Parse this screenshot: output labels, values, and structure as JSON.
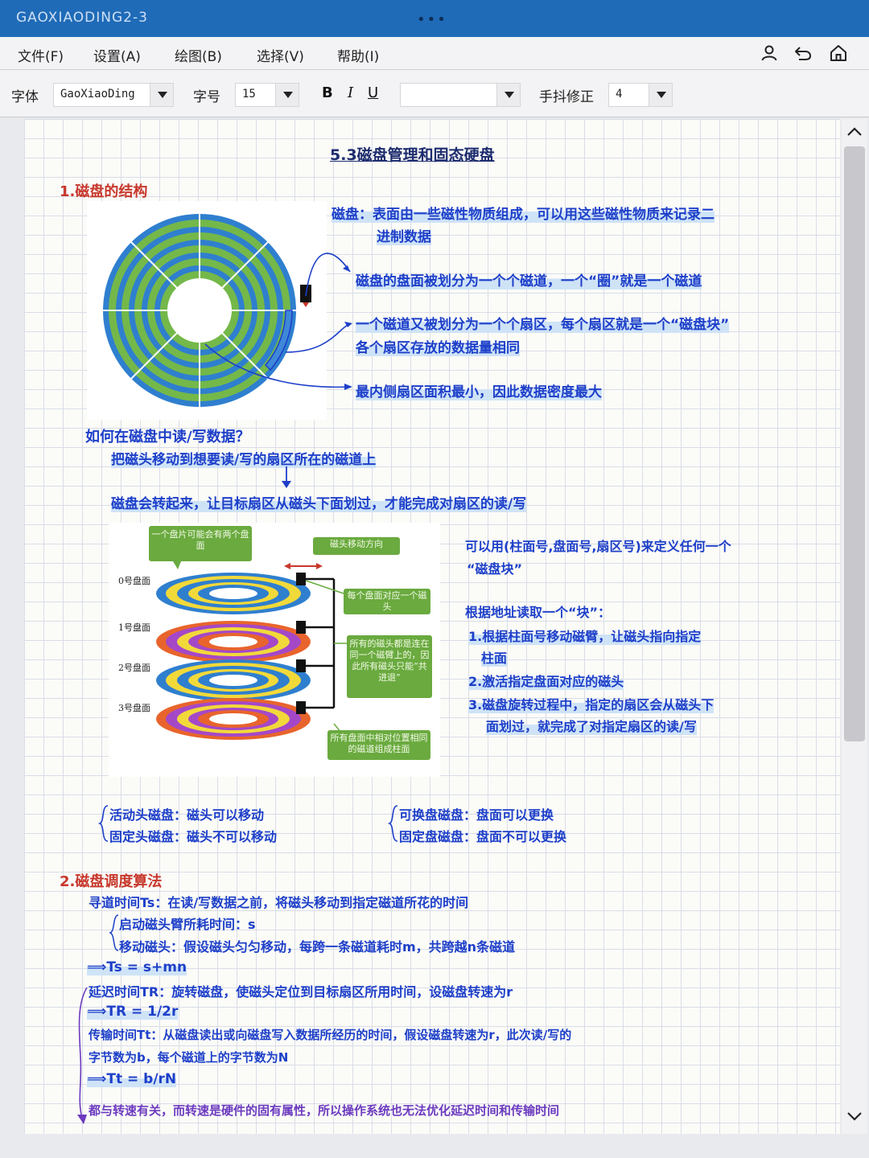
{
  "app": {
    "title": "GAOXIAODING2-3",
    "dots": "•••"
  },
  "menu": {
    "file": "文件(F)",
    "settings": "设置(A)",
    "draw": "绘图(B)",
    "select": "选择(V)",
    "help": "帮助(I)"
  },
  "toolbar": {
    "font_label": "字体",
    "font_value": "GaoXiaoDing",
    "size_label": "字号",
    "size_value": "15",
    "bold": "B",
    "italic": "I",
    "underline": "U",
    "color_value": "",
    "smooth_label": "手抖修正",
    "smooth_value": "4"
  },
  "note": {
    "title": "5.3磁盘管理和固态硬盘",
    "s1_heading": "1.磁盘的结构",
    "d1_l1": "磁盘：表面由一些磁性物质组成，可以用这些磁性物质来记录二",
    "d1_l2": "进制数据",
    "d2": "磁盘的盘面被划分为一个个磁道，一个“圈”就是一个磁道",
    "d3_l1": "一个磁道又被划分为一个个扇区，每个扇区就是一个“磁盘块”",
    "d3_l2": "各个扇区存放的数据量相同",
    "d4": "最内侧扇区面积最小，因此数据密度最大",
    "q1": "如何在磁盘中读/写数据？",
    "q2": "把磁头移动到想要读/写的扇区所在的磁道上",
    "q3": "磁盘会转起来，让目标扇区从磁头下面划过，才能完成对扇区的读/写",
    "fig2_note_platter": "一个盘片可能会有两个盘面",
    "fig2_note_move": "磁头移动方向",
    "fig2_note_head": "每个盘面对应一个磁头",
    "fig2_note_arm": "所有的磁头都是连在同一个磁臂上的，因此所有磁头只能“共进退”",
    "fig2_note_cyl": "所有盘面中相对位置相同的磁道组成柱面",
    "fig2_s0": "0号盘面",
    "fig2_s1": "1号盘面",
    "fig2_s2": "2号盘面",
    "fig2_s3": "3号盘面",
    "r1_l1": "可以用(柱面号,盘面号,扇区号)来定义任何一个",
    "r1_l2": "“磁盘块”",
    "r2": "根据地址读取一个“块”：",
    "r3_l1": "1.根据柱面号移动磁臂，让磁头指向指定",
    "r3_l2": "柱面",
    "r4": "2.激活指定盘面对应的磁头",
    "r5_l1": "3.磁盘旋转过程中，指定的扇区会从磁头下",
    "r5_l2": "面划过，就完成了对指定扇区的读/写",
    "t1": "活动头磁盘：磁头可以移动",
    "t2": "固定头磁盘：磁头不可以移动",
    "t3": "可换盘磁盘：盘面可以更换",
    "t4": "固定盘磁盘：盘面不可以更换",
    "s2_heading": "2.磁盘调度算法",
    "e1": "寻道时间Ts：在读/写数据之前，将磁头移动到指定磁道所花的时间",
    "e2": "启动磁头臂所耗时间：s",
    "e3": "移动磁头：假设磁头匀匀移动，每跨一条磁道耗时m，共跨越n条磁道",
    "e4": "⟹Ts = s+mn",
    "e5": "延迟时间TR：旋转磁盘，使磁头定位到目标扇区所用时间，设磁盘转速为r",
    "e6": "⟹TR = 1/2r",
    "e7_l1": "传输时间Tt：从磁盘读出或向磁盘写入数据所经历的时间，假设磁盘转速为r，此次读/写的",
    "e7_l2": "字节数为b，每个磁道上的字节数为N",
    "e8": "⟹Tt = b/rN",
    "e9": "都与转速有关，而转速是硬件的固有属性，所以操作系统也无法优化延迟时间和传输时间"
  }
}
